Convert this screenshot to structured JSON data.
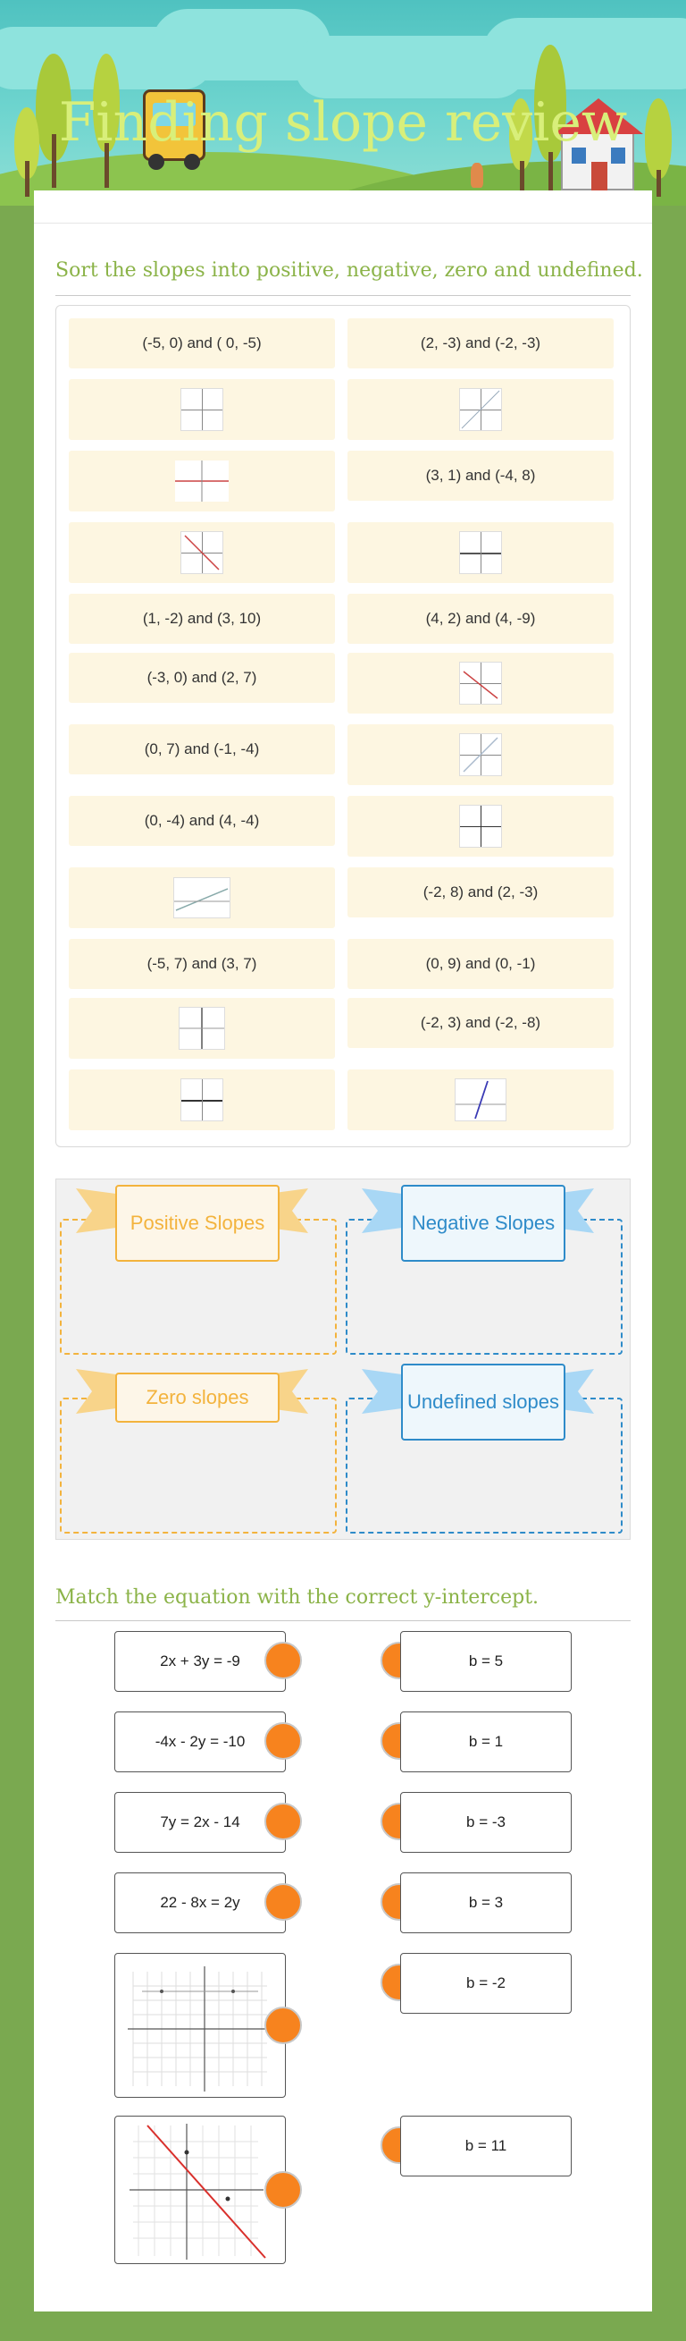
{
  "page": {
    "title": "Finding slope review",
    "colors": {
      "accent_green": "#8bb348",
      "background_green": "#7aa950",
      "match_dot": "#f7831e",
      "card": "#fdf6e1"
    }
  },
  "sort": {
    "instruction": "Sort the slopes into positive, negative, zero and undefined.",
    "cards_left": [
      "(-5, 0) and ( 0, -5)",
      "",
      "",
      "",
      "(1, -2) and (3, 10)",
      "(-3, 0) and (2, 7)",
      "(0, 7) and (-1, -4)",
      "(0, -4) and (4, -4)",
      "",
      "(-5, 7) and (3, 7)",
      "",
      ""
    ],
    "cards_right": [
      "(2, -3) and (-2, -3)",
      "",
      "(3, 1) and (-4, 8)",
      "",
      "(4, 2) and (4, -9)",
      "",
      "",
      "",
      "(-2, 8) and (2, -3)",
      "(0, 9) and (0, -1)",
      "(-2, 3) and (-2, -8)",
      ""
    ],
    "categories": {
      "positive": "Positive Slopes",
      "negative": "Negative Slopes",
      "zero": "Zero slopes",
      "undefined": "Undefined slopes"
    },
    "category_colors": {
      "orange": "#f3b33d",
      "blue": "#2e8bc9"
    }
  },
  "match": {
    "instruction": "Match the equation with the correct y-intercept.",
    "left": [
      "2x + 3y = -9",
      "-4x - 2y = -10",
      "7y = 2x - 14",
      "22 - 8x = 2y"
    ],
    "right": [
      "b = 5",
      "b = 1",
      "b = -3",
      "b = 3",
      "b = -2",
      "b = 11"
    ]
  }
}
